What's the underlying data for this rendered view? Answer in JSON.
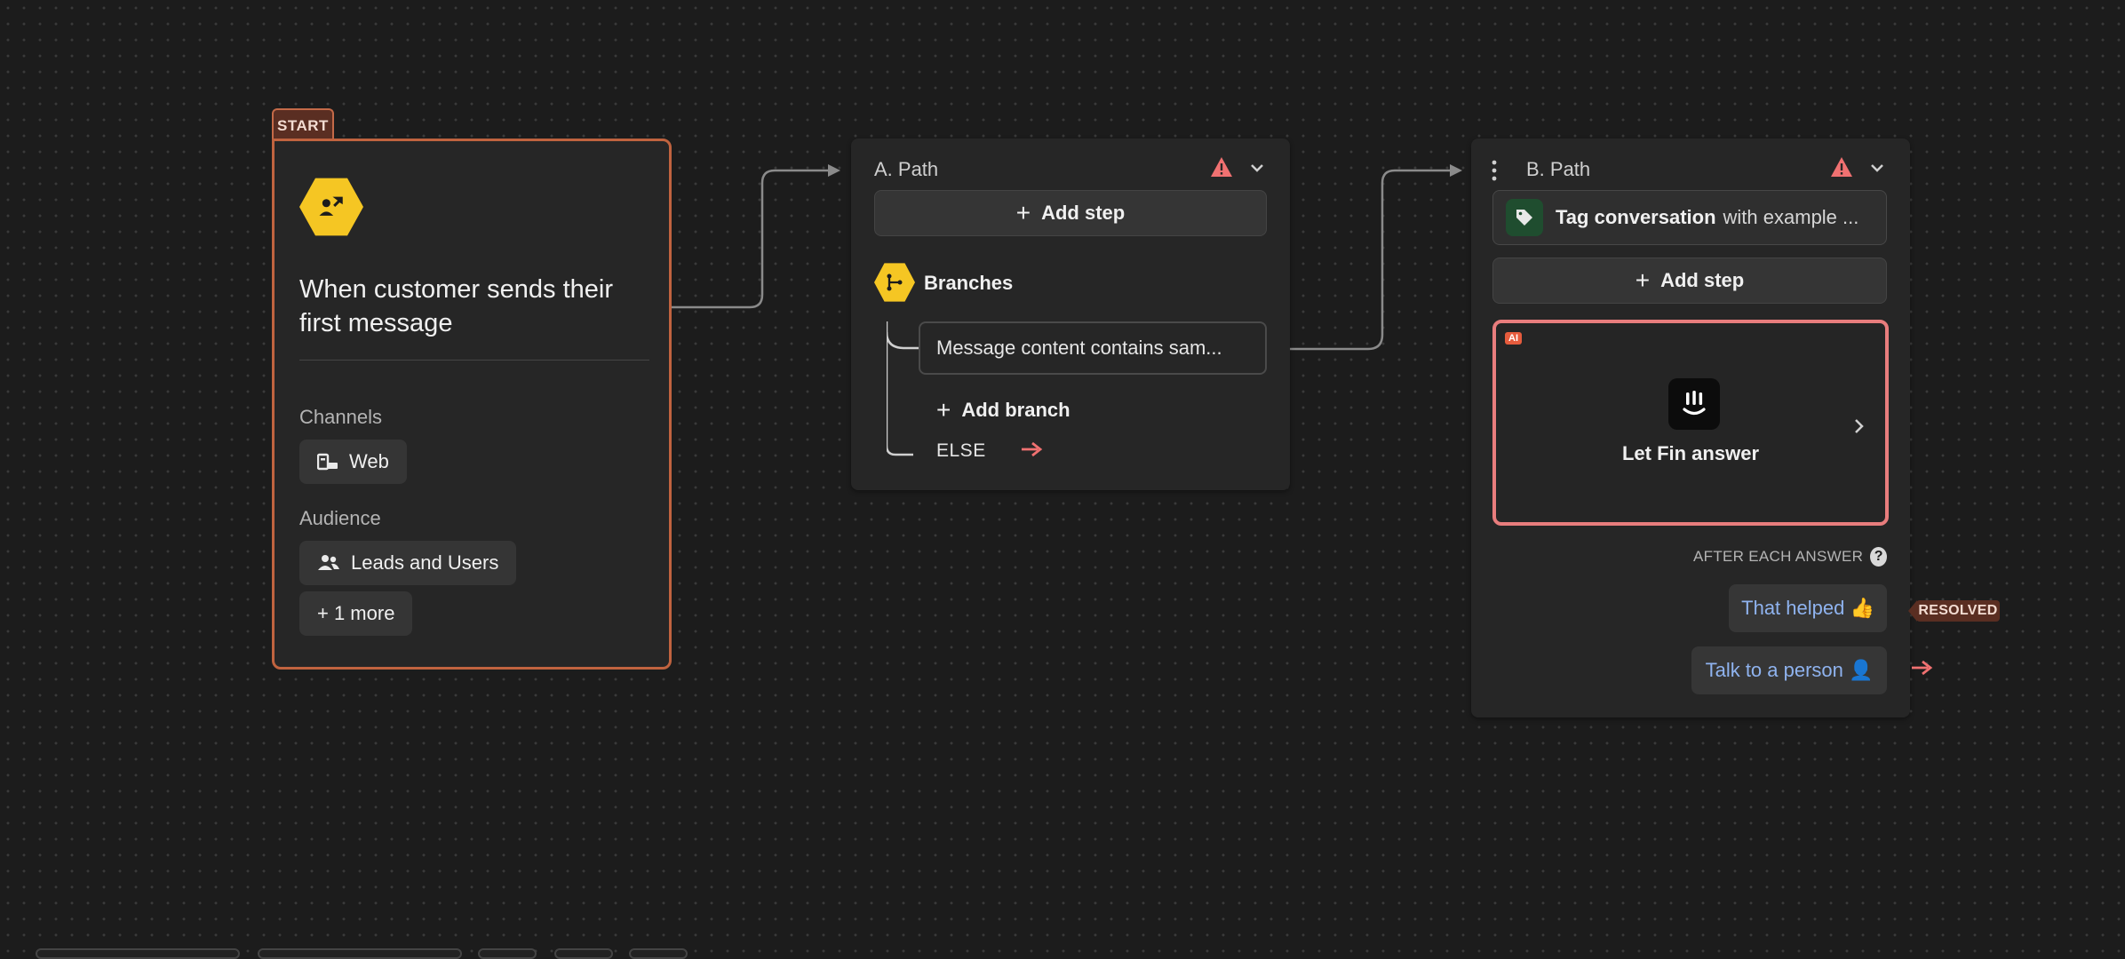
{
  "start": {
    "tab_label": "START",
    "trigger_title": "When customer sends their first message",
    "channels_label": "Channels",
    "channel": "Web",
    "audience_label": "Audience",
    "audience": "Leads and Users",
    "more": "+ 1 more"
  },
  "path_a": {
    "title": "A. Path",
    "add_step": "Add step",
    "branches_label": "Branches",
    "branch_condition": "Message content contains sam...",
    "add_branch": "Add branch",
    "else_label": "ELSE"
  },
  "path_b": {
    "title": "B. Path",
    "tag_action": "Tag conversation",
    "tag_detail": "with example ...",
    "add_step": "Add step",
    "ai_badge": "AI",
    "fin_label": "Let Fin answer",
    "after_each_answer": "AFTER EACH ANSWER",
    "help_glyph": "?",
    "reply_resolved": "That helped 👍",
    "resolved_tag": "RESOLVED",
    "reply_person": "Talk to a person 👤"
  },
  "colors": {
    "canvas": "#1c1c1c",
    "card": "#262626",
    "accent_start": "#c0633f",
    "trigger_yellow": "#f5c623",
    "warning": "#f07171",
    "fin_border": "#e87d7d",
    "link_blue": "#8fb3ef"
  }
}
